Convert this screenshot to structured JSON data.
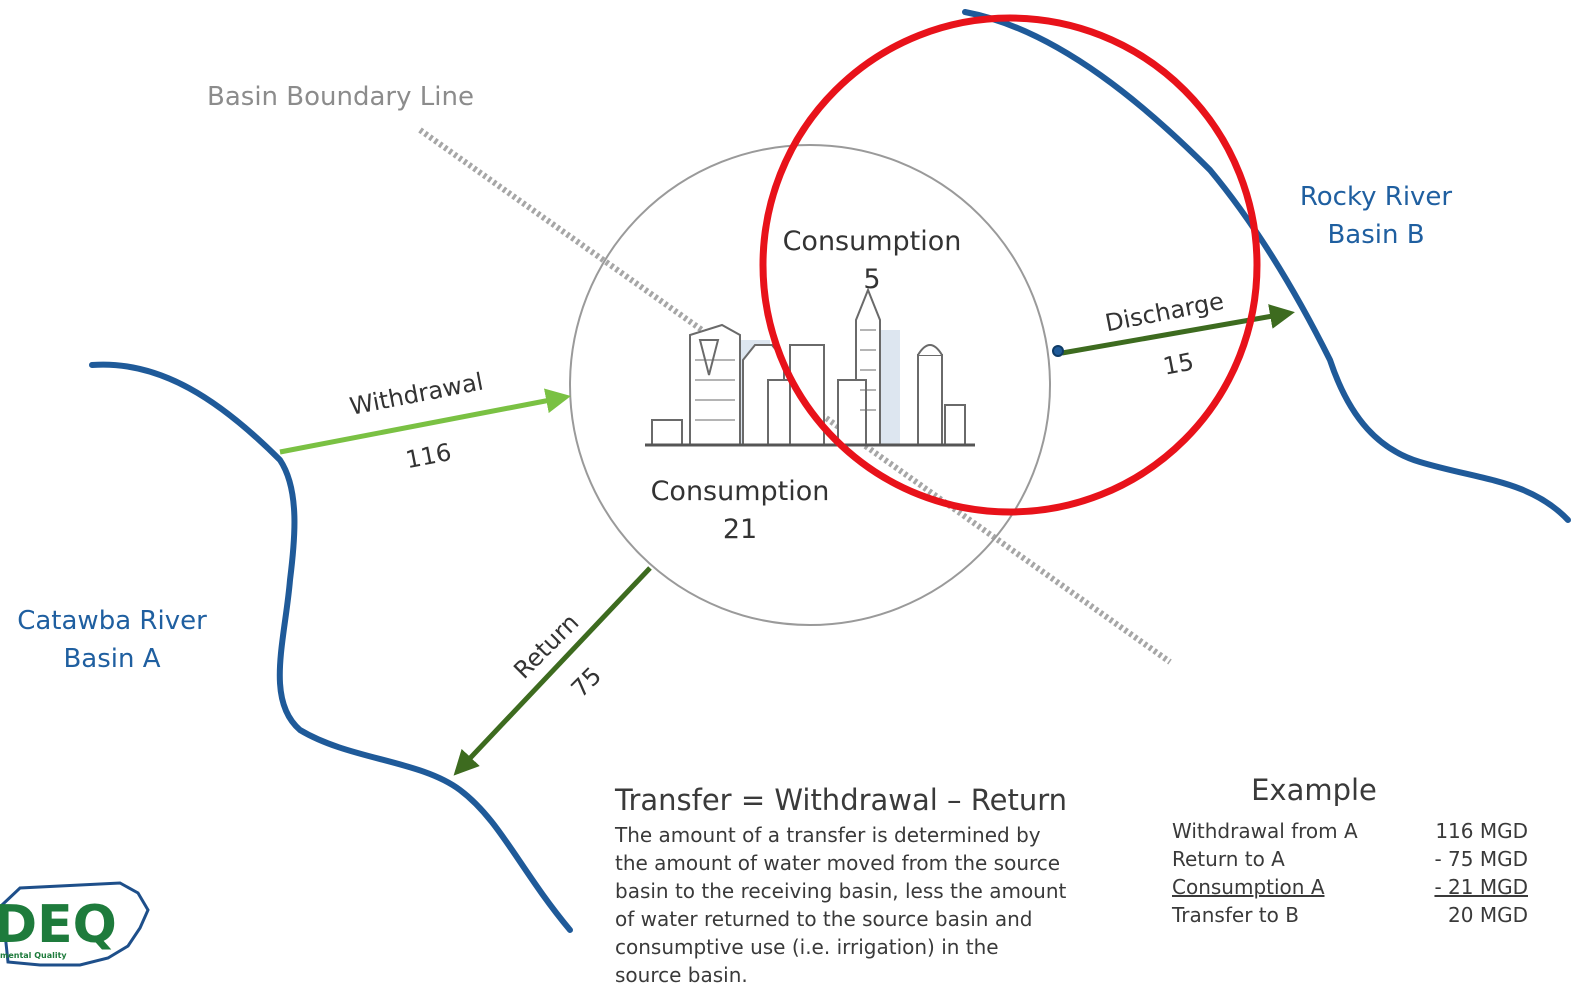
{
  "labels": {
    "basin_boundary": "Basin Boundary Line",
    "rocky_river_line1": "Rocky River",
    "rocky_river_line2": "Basin B",
    "catawba_river_line1": "Catawba River",
    "catawba_river_line2": "Basin A"
  },
  "flows": {
    "withdrawal_label": "Withdrawal",
    "withdrawal_value": "116",
    "discharge_label": "Discharge",
    "discharge_value": "15",
    "return_label": "Return",
    "return_value": "75",
    "consumption_b_label": "Consumption",
    "consumption_b_value": "5",
    "consumption_a_label": "Consumption",
    "consumption_a_value": "21"
  },
  "formula": {
    "title": "Transfer = Withdrawal – Return",
    "lines": [
      "The amount of a transfer is determined by",
      "the amount of water moved from the source",
      "basin to the receiving basin, less the amount",
      "of water returned to the source basin and",
      "consumptive use (i.e. irrigation) in the",
      "source basin."
    ]
  },
  "example": {
    "title": "Example",
    "rows": [
      {
        "label": "Withdrawal from A",
        "value": "116 MGD"
      },
      {
        "label": "Return to A",
        "value": "- 75 MGD"
      },
      {
        "label": "Consumption A",
        "value": "- 21 MGD"
      },
      {
        "label": "Transfer to B",
        "value": "20 MGD"
      }
    ]
  },
  "logo": {
    "text": "DEQ",
    "subtext": "mental Quality"
  },
  "colors": {
    "river": "#1f5a99",
    "withdrawal_arrow": "#7ac143",
    "dark_arrow": "#3d6b1f",
    "highlight_circle": "#e8121a",
    "boundary": "#a6a6a6",
    "logo_green": "#1e7b3c"
  },
  "icons": [
    "city-skyline-icon",
    "nc-state-icon"
  ]
}
